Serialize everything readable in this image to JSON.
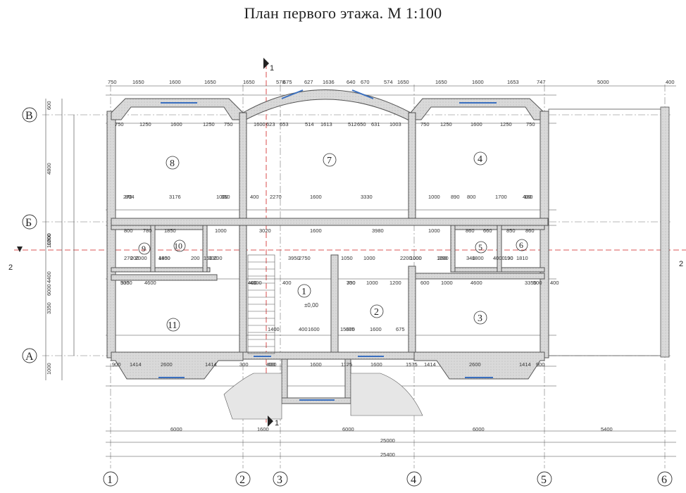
{
  "title": "План первого этажа. М 1:100",
  "axes": {
    "vertical": [
      "1",
      "2",
      "3",
      "4",
      "5",
      "6"
    ],
    "horizontal": [
      "В",
      "Б",
      "А"
    ]
  },
  "rooms": [
    "8",
    "7",
    "4",
    "9",
    "10",
    "5",
    "6",
    "1",
    "2",
    "3",
    "11"
  ],
  "section_marks": [
    "1",
    "1",
    "2",
    "2"
  ],
  "level_mark": "±0,00",
  "dims": {
    "top_row": [
      "750",
      "1650",
      "1600",
      "1650",
      "1650",
      "578",
      "675",
      "627",
      "1636",
      "640",
      "670",
      "574",
      "1650",
      "1650",
      "1600",
      "1653",
      "747",
      "5000",
      "400"
    ],
    "second_row": [
      "750",
      "1250",
      "1600",
      "1250",
      "750",
      "1600",
      "623",
      "653",
      "1613",
      "650",
      "631",
      "1003",
      "750",
      "1250",
      "1600",
      "1250",
      "750",
      "514",
      "512"
    ],
    "mid_row": [
      "270",
      "804",
      "3176",
      "350",
      "1000",
      "400",
      "2270",
      "1600",
      "3330",
      "1000",
      "890",
      "800",
      "1700",
      "160",
      "400"
    ],
    "row_b": [
      "800",
      "780",
      "1850",
      "1000",
      "3020",
      "1600",
      "3980",
      "1000",
      "860",
      "660",
      "850",
      "860"
    ],
    "row_c": [
      "270",
      "200",
      "2000",
      "1850",
      "200",
      "150",
      "300",
      "200",
      "4400",
      "3950",
      "1050",
      "1000",
      "2200",
      "1000",
      "350",
      "340",
      "1800",
      "190",
      "190",
      "1810",
      "4000",
      "1000",
      "1000",
      "2750"
    ],
    "row_d": [
      "750",
      "1000",
      "1200",
      "600",
      "1000",
      "300",
      "400",
      "400",
      "4300",
      "3350",
      "4600",
      "4600",
      "3350",
      "400",
      "500",
      "500"
    ],
    "row_e": [
      "400",
      "1600",
      "15300",
      "675",
      "1600",
      "675",
      "1400"
    ],
    "bottom_row": [
      "900",
      "1414",
      "2600",
      "1414",
      "300",
      "400",
      "1600",
      "1125",
      "1600",
      "1575",
      "1414",
      "2600",
      "1414",
      "900",
      "400"
    ],
    "left_col": [
      "600",
      "4800",
      "11200",
      "10800",
      "6000",
      "1000",
      "4400",
      "3350"
    ],
    "axis_spacing": [
      "6000",
      "1600",
      "6000",
      "6000",
      "5400"
    ],
    "totals": [
      "25000",
      "25400"
    ]
  }
}
